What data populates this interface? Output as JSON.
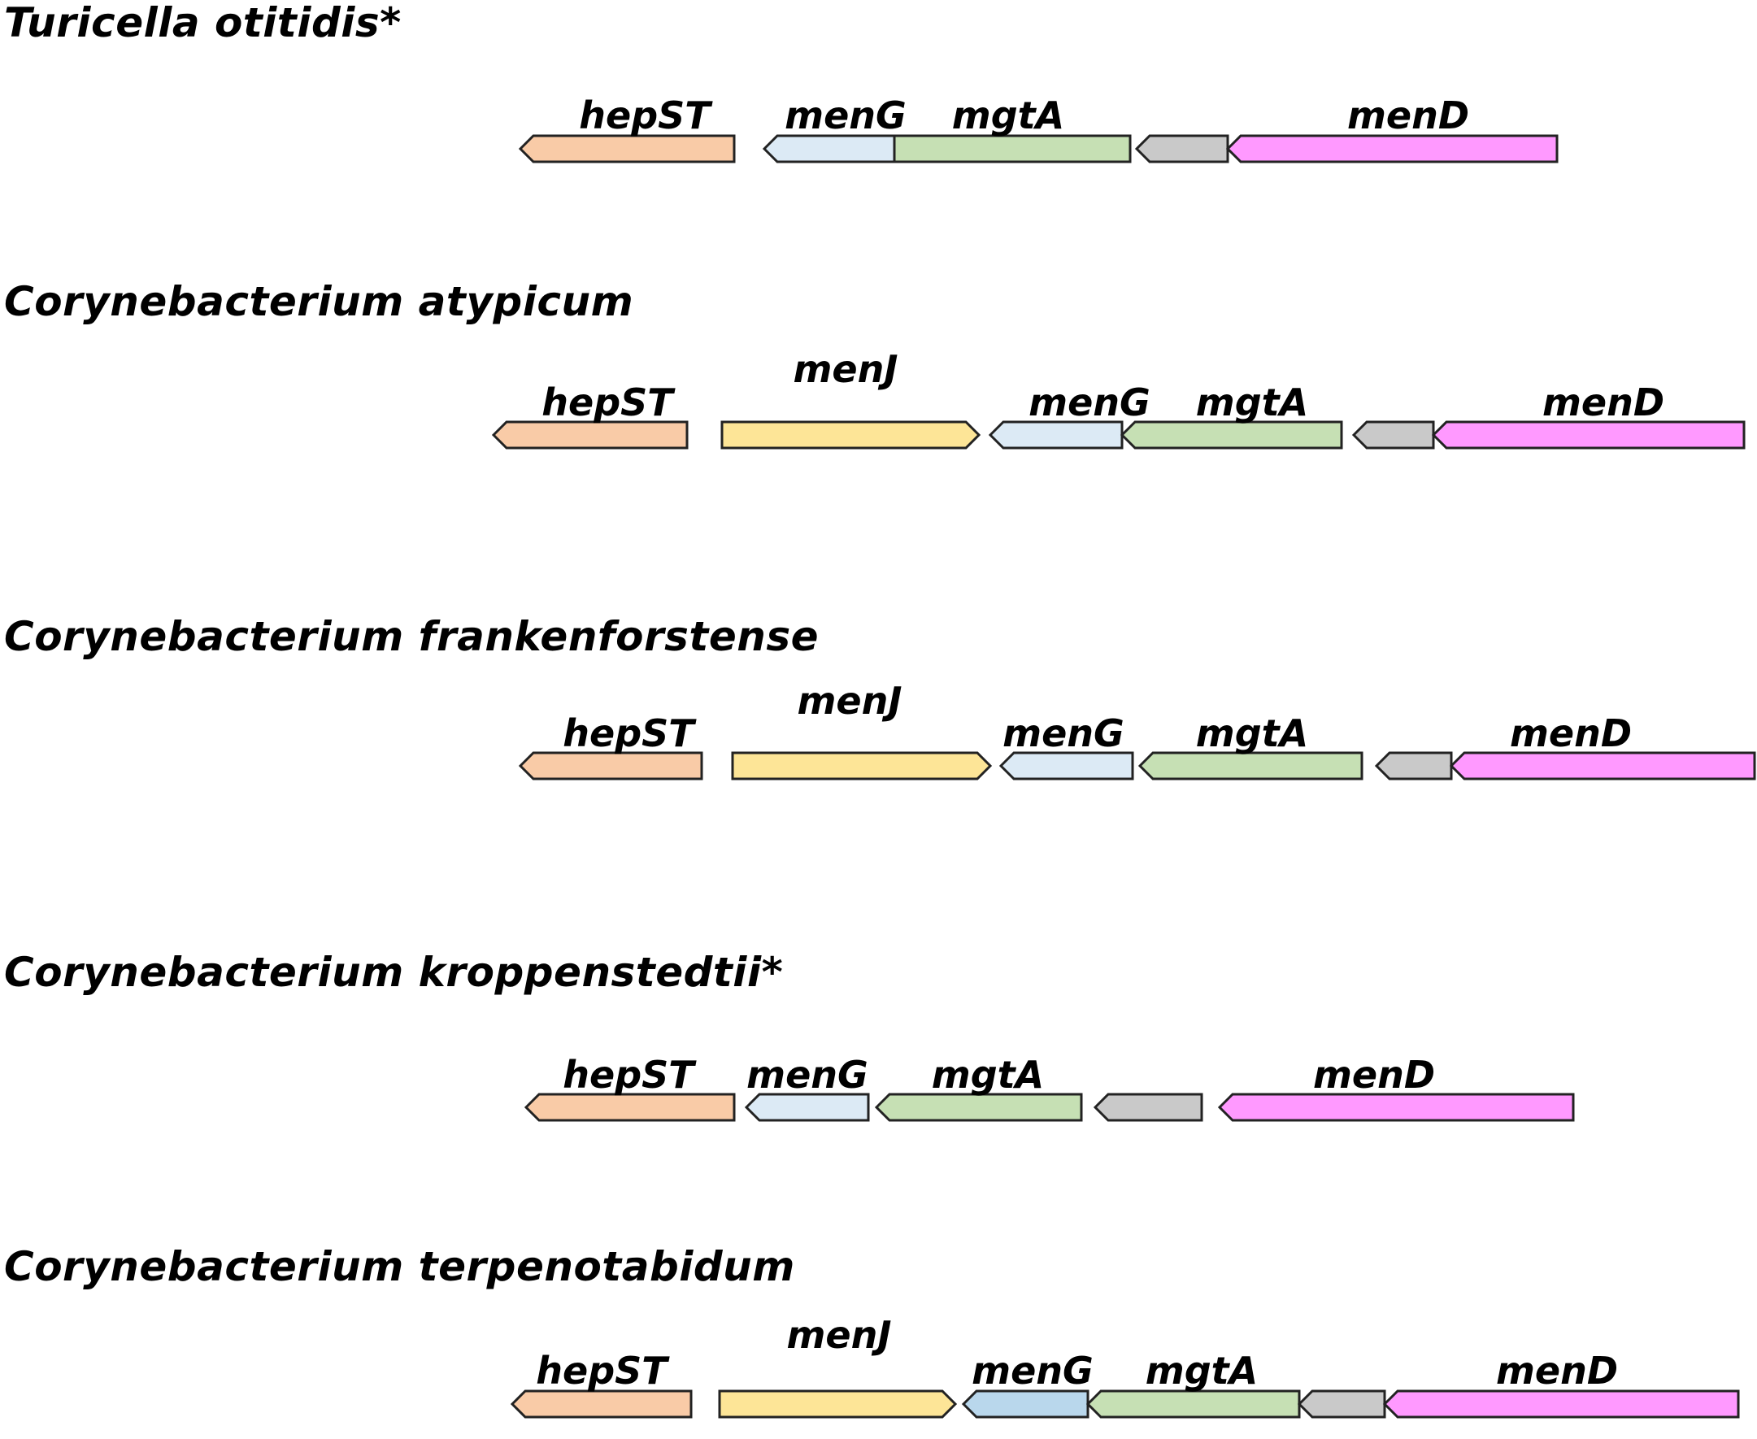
{
  "colors": {
    "hepST": "#f9cba7",
    "menJ": "#fde597",
    "menG": "#dceaf5",
    "menG_alt": "#b9d7ec",
    "mgtA": "#c6e0b4",
    "unlabeled": "#c9c9c9",
    "menD": "#ff99ff"
  },
  "rows": [
    {
      "species": "Turicella otitidis*",
      "genes": [
        {
          "label": "hepST",
          "color": "hepST"
        },
        {
          "label": "menG",
          "color": "menG"
        },
        {
          "label": "mgtA",
          "color": "mgtA"
        },
        {
          "label": "",
          "color": "unlabeled"
        },
        {
          "label": "menD",
          "color": "menD"
        }
      ]
    },
    {
      "species": "Corynebacterium atypicum",
      "genes": [
        {
          "label": "hepST",
          "color": "hepST"
        },
        {
          "label": "menJ",
          "color": "menJ"
        },
        {
          "label": "menG",
          "color": "menG"
        },
        {
          "label": "mgtA",
          "color": "mgtA"
        },
        {
          "label": "",
          "color": "unlabeled"
        },
        {
          "label": "menD",
          "color": "menD"
        }
      ]
    },
    {
      "species": "Corynebacterium frankenforstense",
      "genes": [
        {
          "label": "hepST",
          "color": "hepST"
        },
        {
          "label": "menJ",
          "color": "menJ"
        },
        {
          "label": "menG",
          "color": "menG"
        },
        {
          "label": "mgtA",
          "color": "mgtA"
        },
        {
          "label": "",
          "color": "unlabeled"
        },
        {
          "label": "menD",
          "color": "menD"
        }
      ]
    },
    {
      "species": "Corynebacterium kroppenstedtii*",
      "genes": [
        {
          "label": "hepST",
          "color": "hepST"
        },
        {
          "label": "menG",
          "color": "menG"
        },
        {
          "label": "mgtA",
          "color": "mgtA"
        },
        {
          "label": "",
          "color": "unlabeled"
        },
        {
          "label": "menD",
          "color": "menD"
        }
      ]
    },
    {
      "species": "Corynebacterium terpenotabidum",
      "genes": [
        {
          "label": "hepST",
          "color": "hepST"
        },
        {
          "label": "menJ",
          "color": "menJ"
        },
        {
          "label": "menG",
          "color": "menG_alt"
        },
        {
          "label": "mgtA",
          "color": "mgtA"
        },
        {
          "label": "",
          "color": "unlabeled"
        },
        {
          "label": "menD",
          "color": "menD"
        }
      ]
    }
  ]
}
